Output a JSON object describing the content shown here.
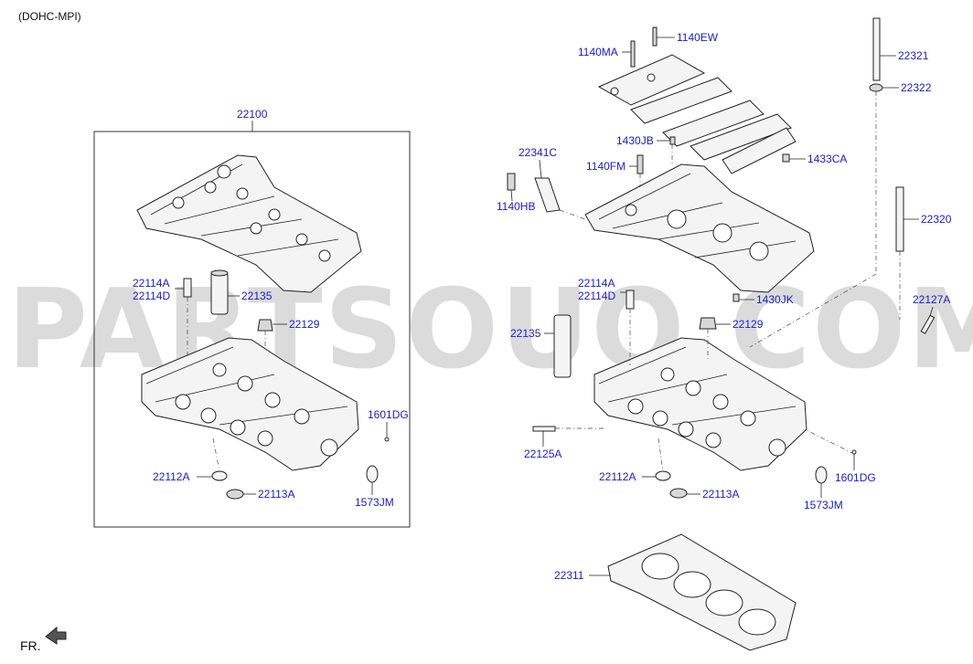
{
  "header": {
    "variant": "(DOHC-MPI)"
  },
  "watermark": "PARTSOUQ.COM",
  "orientation": {
    "label": "FR."
  },
  "labels": {
    "l22100": "22100",
    "l22114A_L": "22114A",
    "l22114D_L": "22114D",
    "l22135_L": "22135",
    "l22129_L": "22129",
    "l1601DG_L": "1601DG",
    "l22112A_L": "22112A",
    "l22113A_L": "22113A",
    "l1573JM_L": "1573JM",
    "l1140MA": "1140MA",
    "l1140EW": "1140EW",
    "l22321": "22321",
    "l22322": "22322",
    "l1430JB": "1430JB",
    "l22341C": "22341C",
    "l1140FM": "1140FM",
    "l1433CA": "1433CA",
    "l1140HB": "1140HB",
    "l22320": "22320",
    "l22114A_R": "22114A",
    "l22114D_R": "22114D",
    "l1430JK": "1430JK",
    "l22127A": "22127A",
    "l22135_R": "22135",
    "l22129_R": "22129",
    "l22125A": "22125A",
    "l22112A_R": "22112A",
    "l22113A_R": "22113A",
    "l1601DG_R": "1601DG",
    "l1573JM_R": "1573JM",
    "l22311": "22311"
  }
}
